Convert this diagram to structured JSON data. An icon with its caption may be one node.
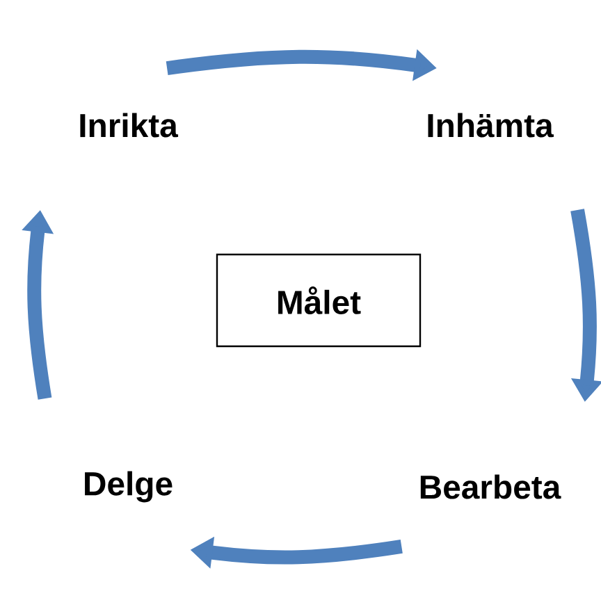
{
  "diagram": {
    "nodes": [
      {
        "text": [
          "Inrikta"
        ]
      },
      {
        "text": [
          "Inhämta"
        ]
      },
      {
        "text": [
          "Bearbeta"
        ]
      },
      {
        "text": [
          "Delge"
        ]
      },
      {
        "text": [
          "Målet"
        ]
      }
    ],
    "edges": [
      {
        "from": 0,
        "to": 1,
        "arrow": "to"
      },
      {
        "from": 1,
        "to": 2,
        "arrow": "to"
      },
      {
        "from": 2,
        "to": 3,
        "arrow": "to"
      },
      {
        "from": 3,
        "to": 0,
        "arrow": "to"
      }
    ]
  }
}
